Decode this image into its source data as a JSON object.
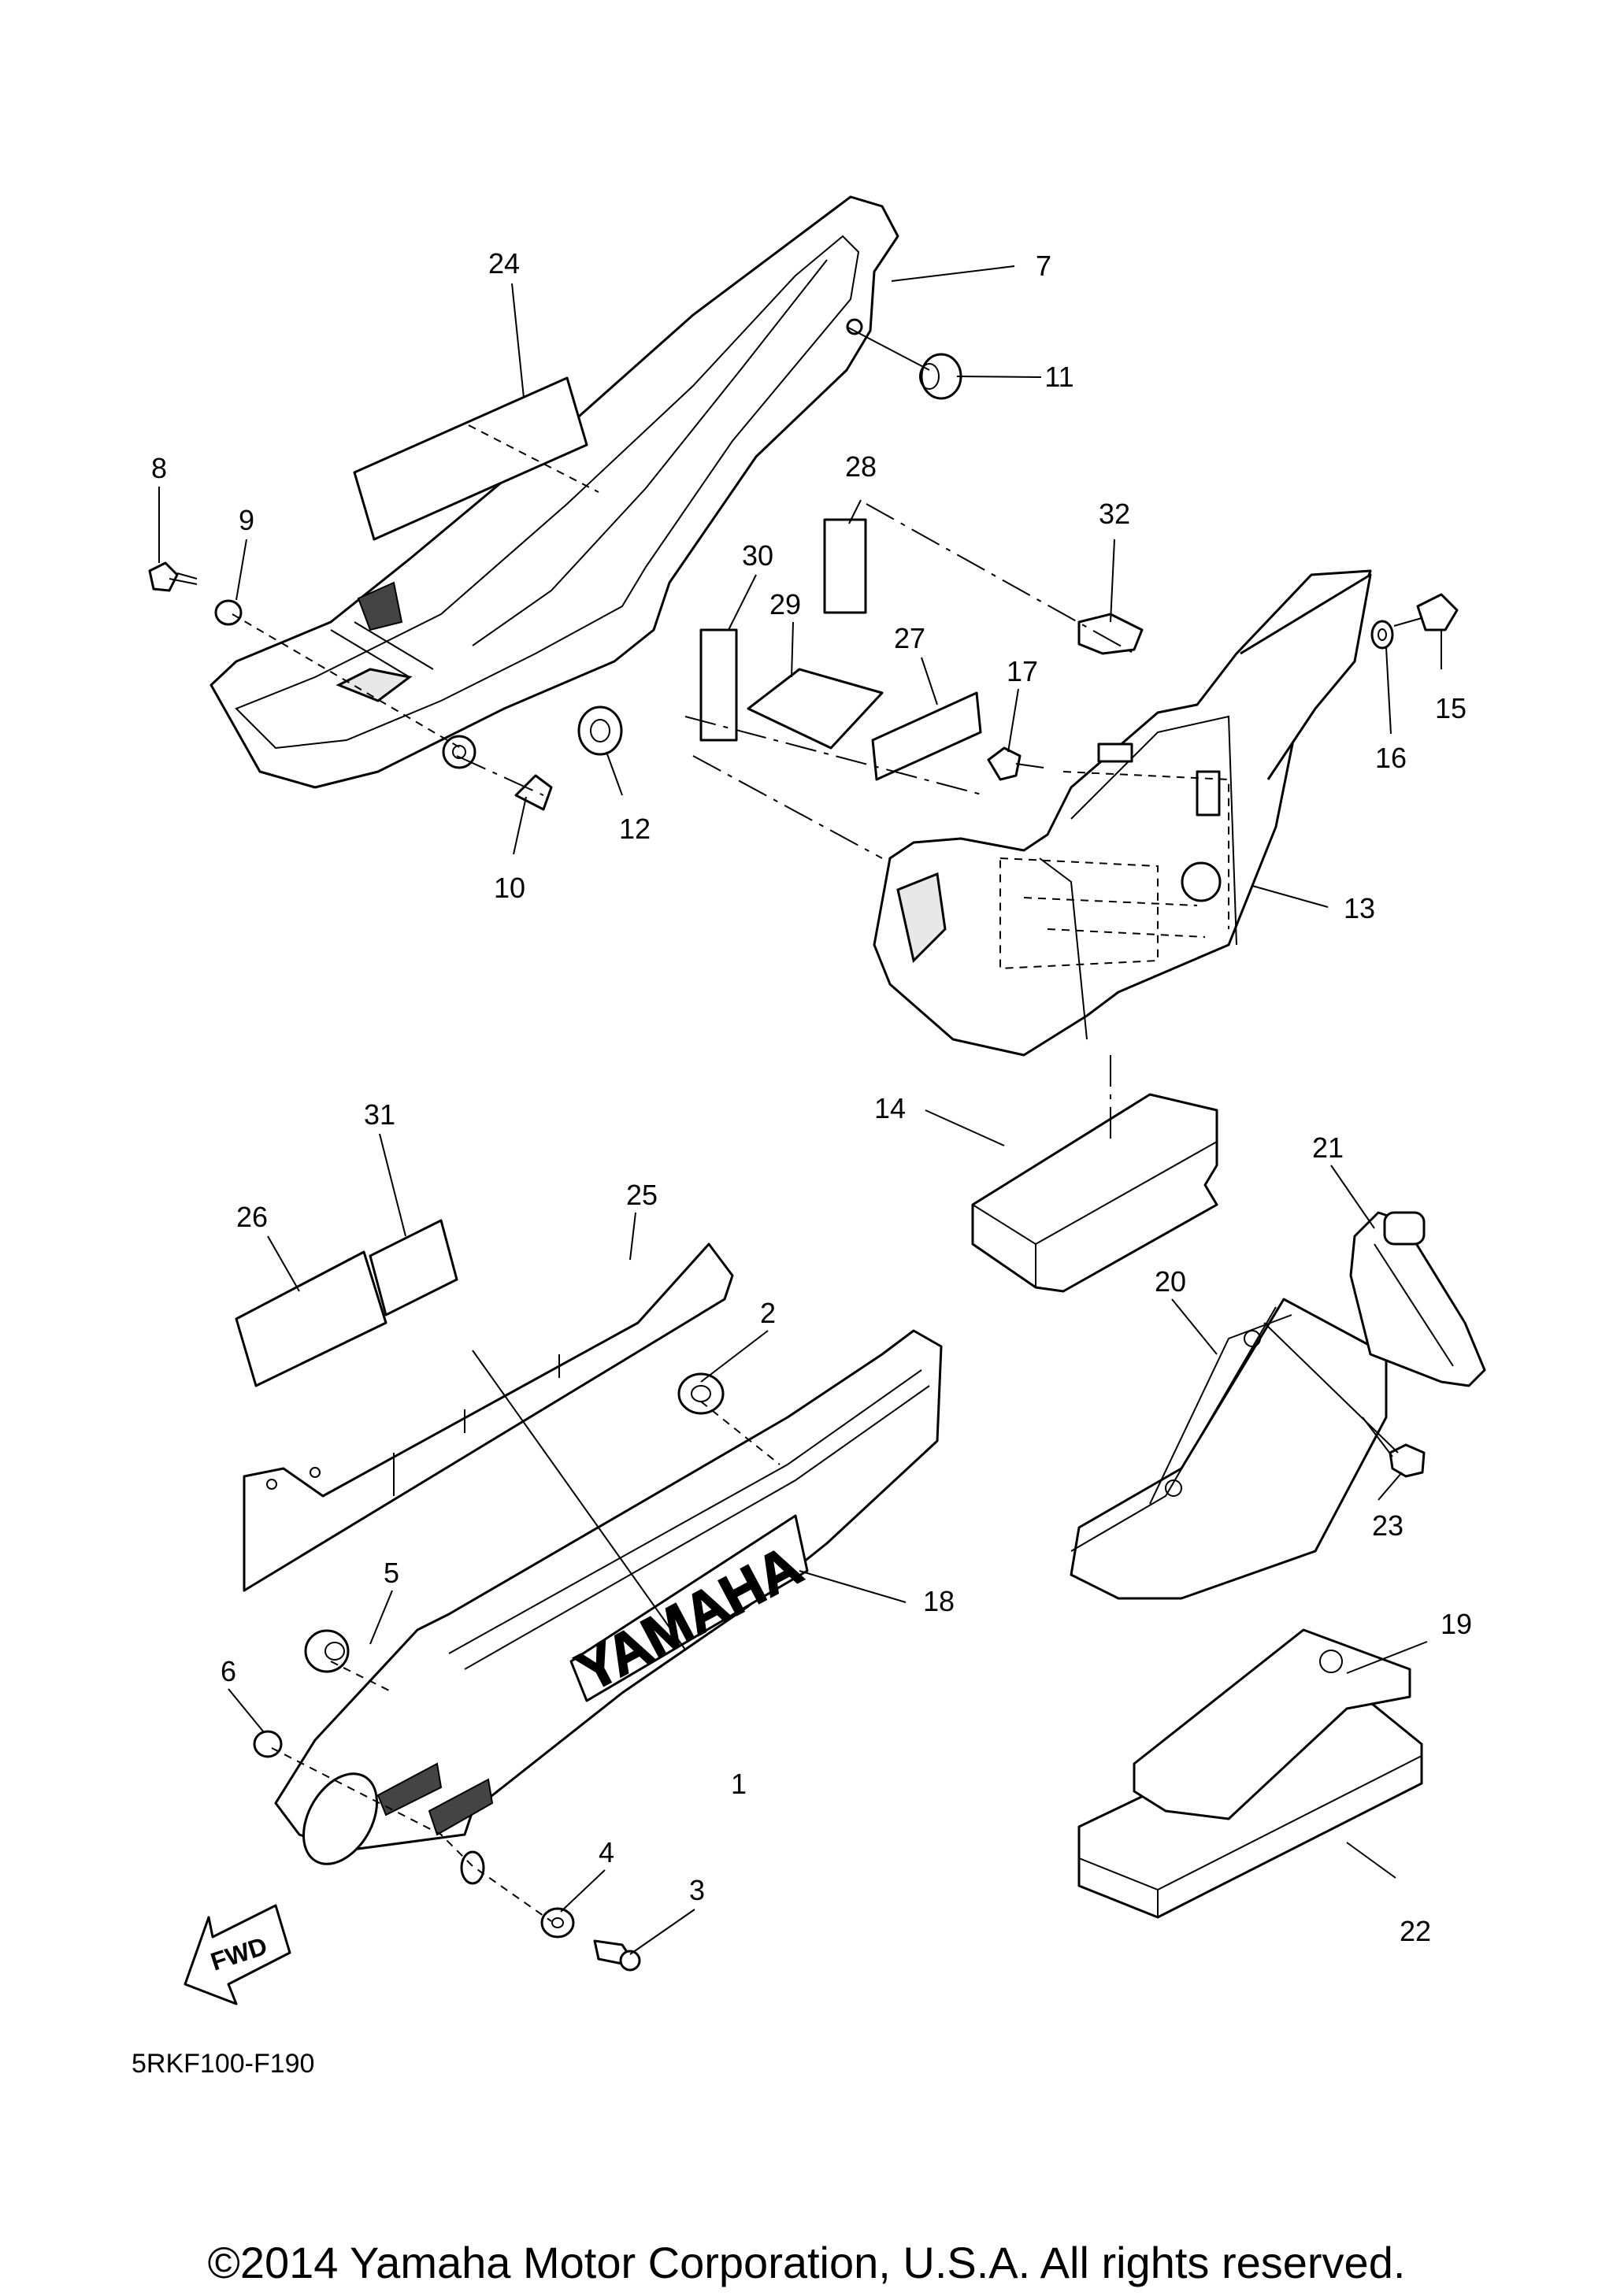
{
  "diagram": {
    "drawing_code": "5RKF100-F190",
    "copyright": "©2014 Yamaha Motor Corporation, U.S.A. All rights reserved.",
    "fwd_label": "FWD",
    "emblem_text": "YAMAHA",
    "callouts": [
      "1",
      "2",
      "3",
      "4",
      "5",
      "6",
      "7",
      "8",
      "9",
      "10",
      "11",
      "12",
      "13",
      "14",
      "15",
      "16",
      "17",
      "18",
      "19",
      "20",
      "21",
      "22",
      "23",
      "24",
      "25",
      "26",
      "27",
      "28",
      "29",
      "30",
      "31",
      "32"
    ]
  }
}
